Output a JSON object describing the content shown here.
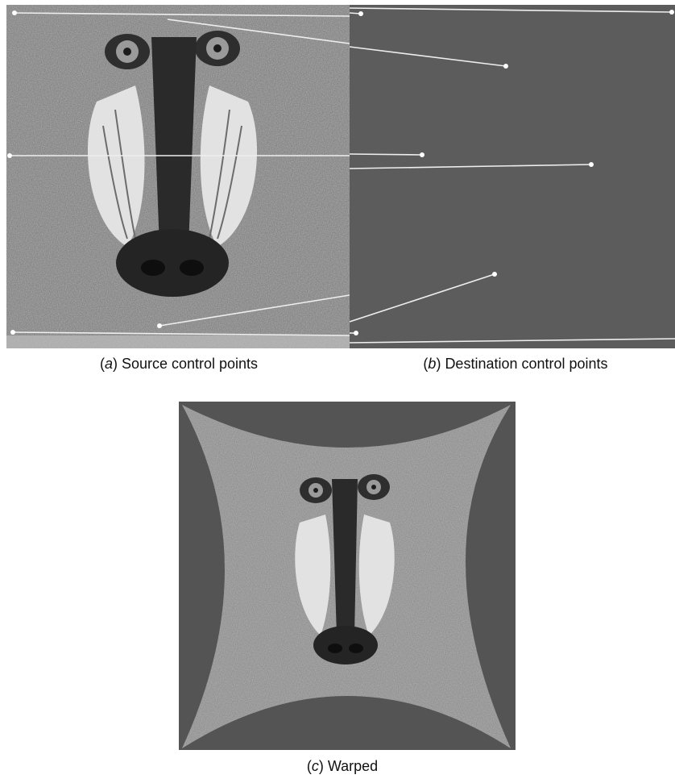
{
  "figure": {
    "panels": [
      {
        "id": "a",
        "letter": "a",
        "caption": "Source control points"
      },
      {
        "id": "b",
        "letter": "b",
        "caption": "Destination control points"
      },
      {
        "id": "c",
        "letter": "c",
        "caption": "Warped"
      }
    ]
  },
  "colors": {
    "photo_dark": "#3d3d3d",
    "photo_mid": "#8a8a8a",
    "photo_light": "#d8d8d8",
    "background_gray": "#606060",
    "control_line": "#e8e8e8"
  }
}
